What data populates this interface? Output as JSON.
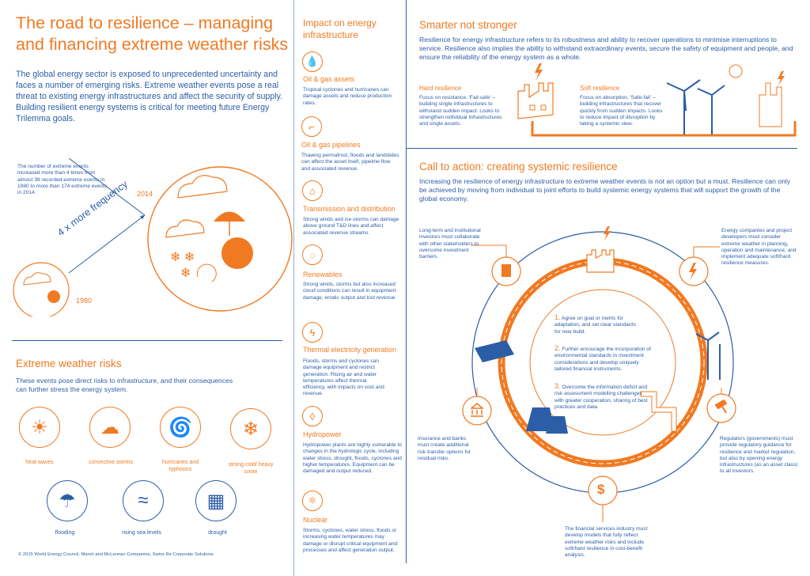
{
  "title": "The road to resilience – managing and financing extreme weather risks",
  "intro": "The global energy sector is exposed to unprecedented uncertainty and faces a number of emerging risks. Extreme weather events pose a real threat to existing energy infrastructures and affect the security of supply. Building resilient energy systems is critical for meeting future Energy Trilemma goals.",
  "frequency": {
    "stat": "The number of extreme events increased more than 4 times from almost 38 recorded extreme events in 1980 to more than 174 extreme events in 2014.",
    "arrow_label": "4 x more frequency",
    "year_start": "1980",
    "year_end": "2014"
  },
  "risks": {
    "heading": "Extreme weather risks",
    "text": "These events pose direct risks to infrastructure, and their consequences can further stress the energy system.",
    "items": [
      {
        "label": "heat waves",
        "icon": "sun-icon"
      },
      {
        "label": "convective storms",
        "icon": "storm-icon"
      },
      {
        "label": "hurricanes and typhoons",
        "icon": "spiral-icon"
      },
      {
        "label": "strong cold/ heavy snow",
        "icon": "snow-icon"
      },
      {
        "label": "flooding",
        "icon": "umbrella-icon"
      },
      {
        "label": "rising sea levels",
        "icon": "waves-icon"
      },
      {
        "label": "drought",
        "icon": "cracked-earth-icon"
      }
    ]
  },
  "copyright": "© 2015 World Energy Council, Marsh and McLennan Companies, Swiss Re Corporate Solutions",
  "impact": {
    "heading": "Impact on energy infrastructure",
    "items": [
      {
        "title": "Oil & gas assets",
        "text": "Tropical cyclones and hurricanes can damage assets and reduce production rates.",
        "icon": "💧"
      },
      {
        "title": "Oil & gas pipelines",
        "text": "Thawing permafrost, floods and landslides can affect the asset itself, pipeline flow and associated revenue.",
        "icon": "⌐"
      },
      {
        "title": "Transmission and distribution",
        "text": "Strong winds and ice-storms can damage above ground T&D lines and affect associated revenue streams.",
        "icon": "⌂"
      },
      {
        "title": "Renewables",
        "text": "Strong winds, storms but also increased cloud conditions can result in equipment damage, erratic output and lost revenue.",
        "icon": "◌"
      },
      {
        "title": "Thermal electricity generation",
        "text": "Floods, storms and cyclones can damage equipment and restrict generation. Rising air and water temperatures affect thermal efficiency, with impacts on cost and revenue.",
        "icon": "ϟ"
      },
      {
        "title": "Hydropower",
        "text": "Hydropower plants are highly vulnerable to changes in the hydrologic cycle, including water stress, drought, floods, cyclones and higher temperatures. Equipment can be damaged and output reduced.",
        "icon": "◊"
      },
      {
        "title": "Nuclear",
        "text": "Storms, cyclones, water stress, floods or increasing water temperatures may damage or disrupt critical equipment and processes and affect generation output.",
        "icon": "⚛"
      }
    ]
  },
  "smarter": {
    "heading": "Smarter not stronger",
    "text": "Resilience for energy infrastructure refers to its robustness and ability to recover operations to minimise interruptions to service. Resilience also implies the ability to withstand extraordinary events, secure the safety of equipment and people, and ensure the reliability of the energy system as a whole.",
    "hard_title": "Hard resilience",
    "hard_text": "Focus on resistance. 'Fail-safe' – building single infrastructures to withstand sudden impact. Looks to strengthen individual Infrastructures and single assets.",
    "soft_title": "Soft resilience",
    "soft_text": "Focus on absorption. 'Safe-fail' – building infrastructures that recover quickly from sudden impacts. Looks to reduce impact of disruption by taking a systemic view."
  },
  "action": {
    "heading": "Call to action: creating systemic resilience",
    "text": "Increasing the resilience of energy infrastructure to extreme weather events is not an option but a must. Resilience can only be achieved by moving from individual to joint efforts to build systemic energy systems that will support the growth of the global economy.",
    "steps": [
      {
        "num": "1.",
        "text": "Agree on goal or metric for adaptation, and set clear standards for new build."
      },
      {
        "num": "2.",
        "text": "Further encourage the incorporation of environmental standards in investment considerations and develop uniquely tailored financial instruments."
      },
      {
        "num": "3.",
        "text": "Overcome the information deficit and risk assessment modelling challenges with greater cooperation, sharing of best practices and data."
      }
    ],
    "stakeholders": {
      "investors": "Long-term and institutional investors must collaborate with other stakeholders to overcome investment barriers.",
      "energy_companies": "Energy companies and project developers must consider extreme weather in planning, operation and maintenance, and implement adequate soft/hard resilience measures.",
      "insurance": "Insurance and banks must create additional risk transfer options for residual risks.",
      "regulators": "Regulators (governments) must provide regulatory guidance for resilience and market regulation, but also by opening energy infrastructures (as an asset class) to all investors.",
      "financial": "The financial services industry must develop models that fully reflect extreme weather risks and include soft/hard resilience in cost-benefit analysis."
    },
    "dollar_symbol": "$"
  },
  "colors": {
    "orange": "#f07a22",
    "blue": "#2b5ea7"
  }
}
